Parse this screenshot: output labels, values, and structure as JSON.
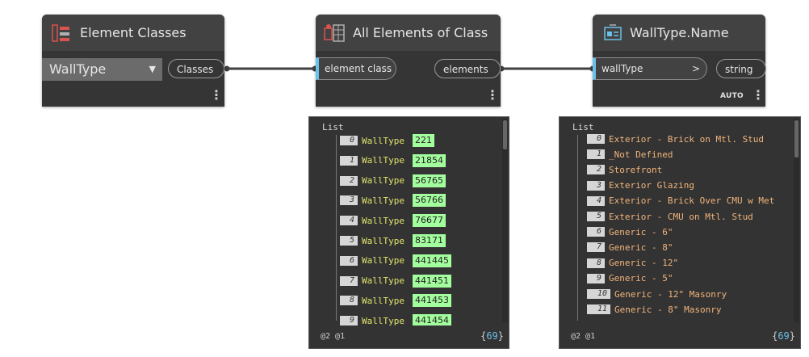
{
  "nodes": {
    "element_classes": {
      "title": "Element Classes",
      "dropdown_value": "WallType",
      "output_port": "Classes"
    },
    "all_elements": {
      "title": "All Elements of Class",
      "input_port": "element class",
      "output_port": "elements"
    },
    "walltype_name": {
      "title": "WallType.Name",
      "input_port": "wallType",
      "input_arrow": ">",
      "output_port": "string",
      "lacing": "AUTO"
    }
  },
  "preview_elements": {
    "title": "List",
    "items": [
      {
        "index": "0",
        "type": "WallType",
        "value": "221"
      },
      {
        "index": "1",
        "type": "WallType",
        "value": "21854"
      },
      {
        "index": "2",
        "type": "WallType",
        "value": "56765"
      },
      {
        "index": "3",
        "type": "WallType",
        "value": "56766"
      },
      {
        "index": "4",
        "type": "WallType",
        "value": "76677"
      },
      {
        "index": "5",
        "type": "WallType",
        "value": "83171"
      },
      {
        "index": "6",
        "type": "WallType",
        "value": "441445"
      },
      {
        "index": "7",
        "type": "WallType",
        "value": "441451"
      },
      {
        "index": "8",
        "type": "WallType",
        "value": "441453"
      },
      {
        "index": "9",
        "type": "WallType",
        "value": "441454"
      }
    ],
    "footer_levels": "@2 @1",
    "count": "69"
  },
  "preview_names": {
    "title": "List",
    "items": [
      {
        "index": "0",
        "value": "Exterior - Brick on Mtl. Stud"
      },
      {
        "index": "1",
        "value": "_Not Defined"
      },
      {
        "index": "2",
        "value": "Storefront"
      },
      {
        "index": "3",
        "value": "Exterior Glazing"
      },
      {
        "index": "4",
        "value": "Exterior - Brick Over CMU w Met"
      },
      {
        "index": "5",
        "value": "Exterior - CMU on Mtl. Stud"
      },
      {
        "index": "6",
        "value": "Generic - 6\""
      },
      {
        "index": "7",
        "value": "Generic - 8\""
      },
      {
        "index": "8",
        "value": "Generic - 12\""
      },
      {
        "index": "9",
        "value": "Generic - 5\""
      },
      {
        "index": "10",
        "value": "Generic - 12\" Masonry"
      },
      {
        "index": "11",
        "value": "Generic - 8\" Masonry"
      }
    ],
    "footer_levels": "@2 @1",
    "count": "69"
  },
  "icons": {
    "element_classes": "element-classes-icon",
    "all_elements": "all-elements-icon",
    "walltype_name": "walltype-name-icon",
    "options": "more-options-icon",
    "dropdown": "chevron-down-icon"
  },
  "colors": {
    "node_body": "#353535",
    "node_header": "#424242",
    "input_port_accent": "#6ac0e7",
    "value_highlight": "#a3ff9e",
    "type_text": "#dfe36b",
    "string_text": "#f1b47b",
    "wire": "#404040"
  }
}
